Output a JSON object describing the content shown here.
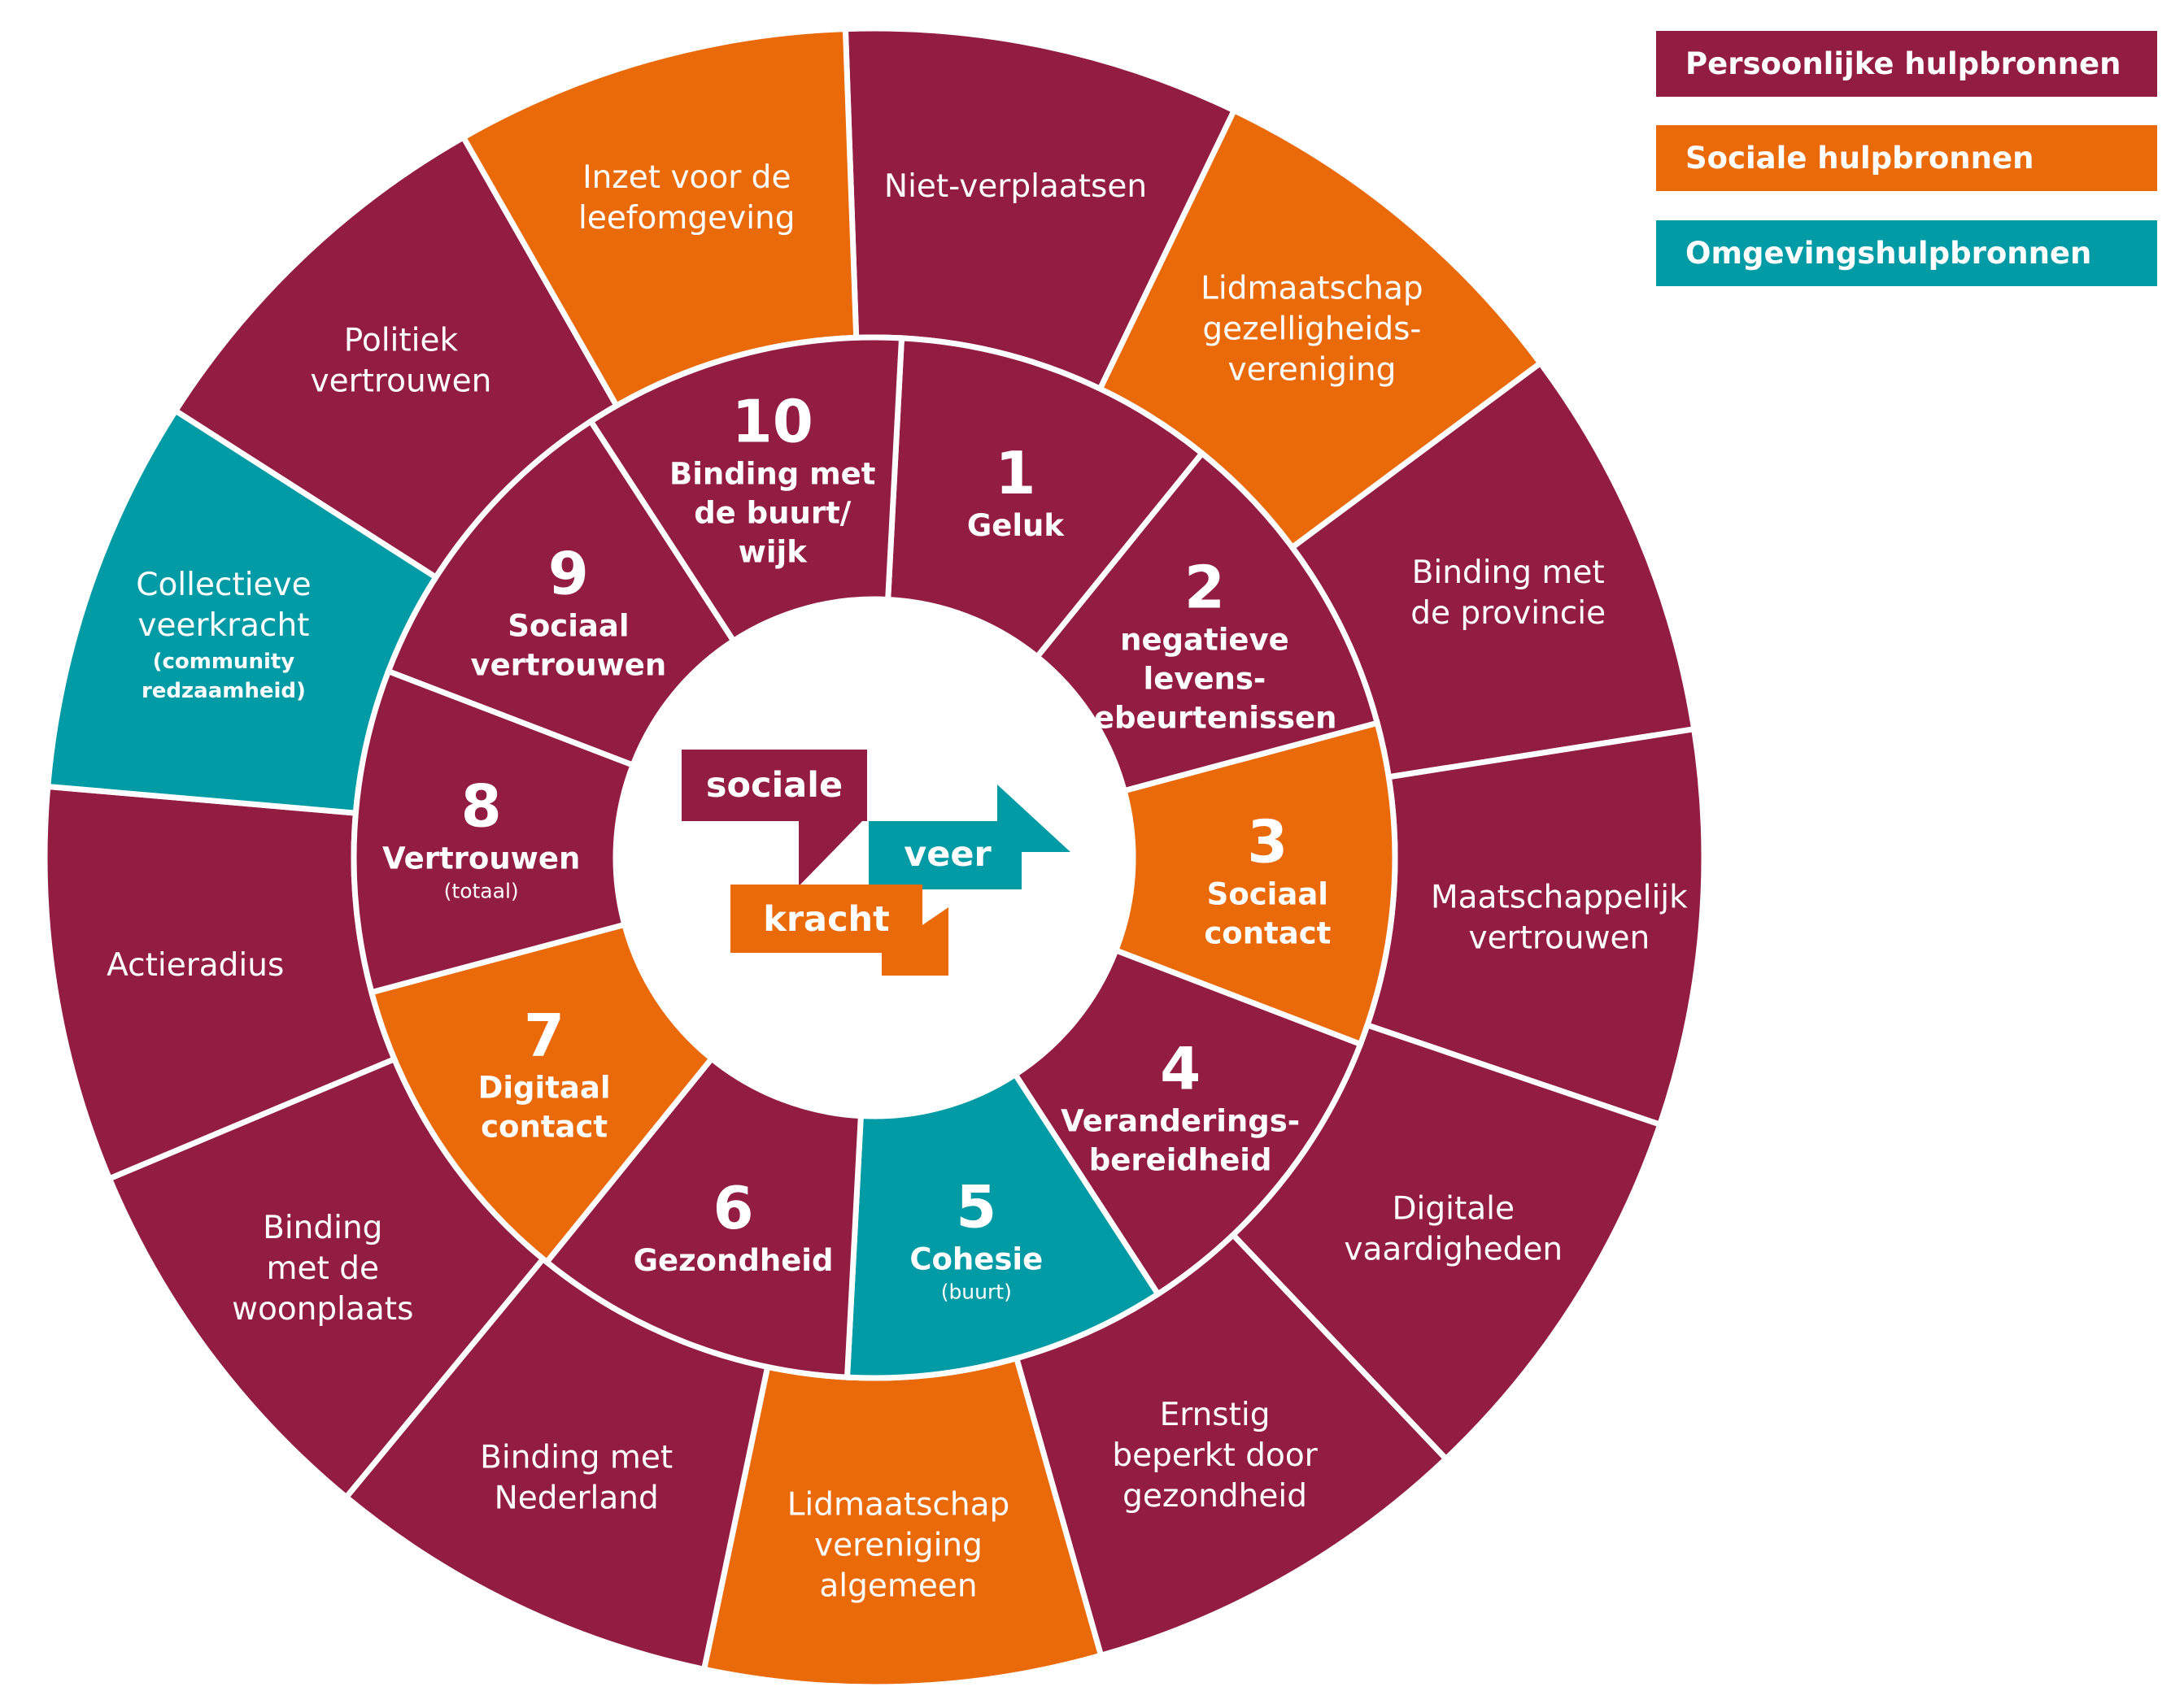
{
  "colors": {
    "persoonlijk": "#921C42",
    "sociaal": "#EA6A0A",
    "omgeving": "#009BA4",
    "divider": "#ffffff"
  },
  "legend": [
    {
      "label": "Persoonlijke hulpbronnen",
      "color": "#921C42"
    },
    {
      "label": "Sociale hulpbronnen",
      "color": "#EA6A0A"
    },
    {
      "label": "Omgevingshulpbronnen",
      "color": "#009BA4"
    }
  ],
  "logo": {
    "word1": "sociale",
    "word2": "veer",
    "word3": "kracht"
  },
  "inner_ring": [
    {
      "number": "1",
      "lines": [
        "Geluk"
      ],
      "note": "",
      "category": "persoonlijk"
    },
    {
      "number": "2",
      "lines": [
        "negatieve",
        "levens-",
        "gebeurtenissen"
      ],
      "note": "",
      "category": "persoonlijk"
    },
    {
      "number": "3",
      "lines": [
        "Sociaal",
        "contact"
      ],
      "note": "",
      "category": "sociaal"
    },
    {
      "number": "4",
      "lines": [
        "Veranderings-",
        "bereidheid"
      ],
      "note": "",
      "category": "persoonlijk"
    },
    {
      "number": "5",
      "lines": [
        "Cohesie"
      ],
      "note": "(buurt)",
      "category": "omgeving"
    },
    {
      "number": "6",
      "lines": [
        "Gezondheid"
      ],
      "note": "",
      "category": "persoonlijk"
    },
    {
      "number": "7",
      "lines": [
        "Digitaal",
        "contact"
      ],
      "note": "",
      "category": "sociaal"
    },
    {
      "number": "8",
      "lines": [
        "Vertrouwen"
      ],
      "note": "(totaal)",
      "category": "persoonlijk"
    },
    {
      "number": "9",
      "lines": [
        "Sociaal",
        "vertrouwen"
      ],
      "note": "",
      "category": "persoonlijk"
    },
    {
      "number": "10",
      "lines": [
        "Binding met",
        "de buurt/",
        "wijk"
      ],
      "note": "",
      "category": "persoonlijk"
    }
  ],
  "outer_ring": [
    {
      "lines": [
        "Niet-verplaatsen"
      ],
      "note": "",
      "category": "persoonlijk"
    },
    {
      "lines": [
        "Lidmaatschap",
        "gezelligheids-",
        "vereniging"
      ],
      "note": "",
      "category": "sociaal"
    },
    {
      "lines": [
        "Binding met",
        "de provincie"
      ],
      "note": "",
      "category": "persoonlijk"
    },
    {
      "lines": [
        "Maatschappelijk",
        "vertrouwen"
      ],
      "note": "",
      "category": "persoonlijk"
    },
    {
      "lines": [
        "Digitale",
        "vaardigheden"
      ],
      "note": "",
      "category": "persoonlijk"
    },
    {
      "lines": [
        "Ernstig",
        "beperkt door",
        "gezondheid"
      ],
      "note": "",
      "category": "persoonlijk"
    },
    {
      "lines": [
        "Lidmaatschap",
        "vereniging",
        "algemeen"
      ],
      "note": "",
      "category": "sociaal"
    },
    {
      "lines": [
        "Binding met",
        "Nederland"
      ],
      "note": "",
      "category": "persoonlijk"
    },
    {
      "lines": [
        "Binding",
        "met de",
        "woonplaats"
      ],
      "note": "",
      "category": "persoonlijk"
    },
    {
      "lines": [
        "Actieradius"
      ],
      "note": "",
      "category": "persoonlijk"
    },
    {
      "lines": [
        "Collectieve",
        "veerkracht"
      ],
      "note": "(community\nredzaamheid)",
      "category": "omgeving"
    },
    {
      "lines": [
        "Politiek",
        "vertrouwen"
      ],
      "note": "",
      "category": "persoonlijk"
    },
    {
      "lines": [
        "Inzet voor de",
        "leefomgeving"
      ],
      "note": "",
      "category": "sociaal"
    }
  ]
}
